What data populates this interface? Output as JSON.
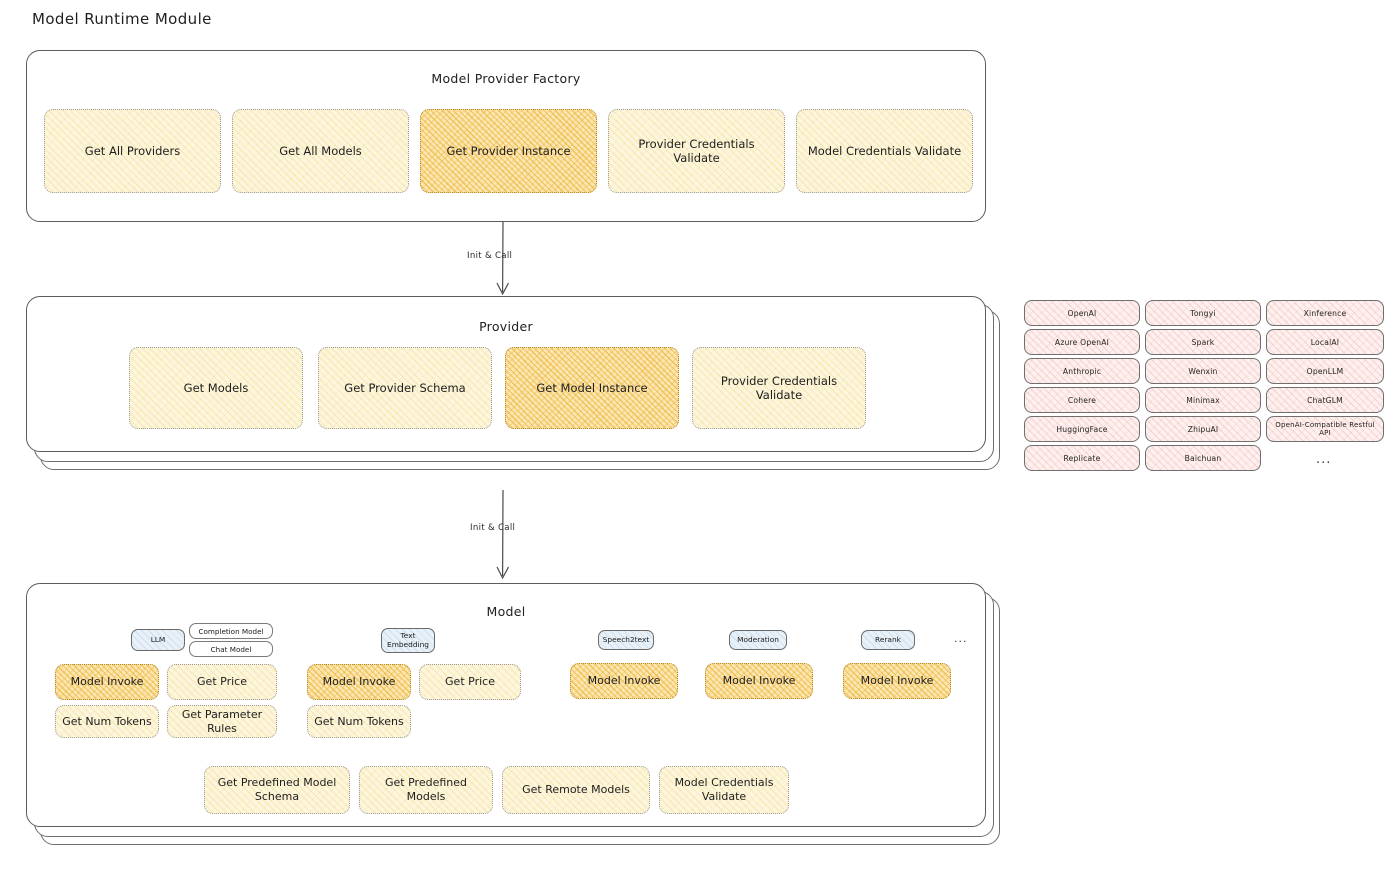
{
  "page": {
    "title": "Model Runtime Module"
  },
  "factory": {
    "title": "Model Provider Factory",
    "boxes": [
      {
        "label": "Get All Providers",
        "highlight": false
      },
      {
        "label": "Get All Models",
        "highlight": false
      },
      {
        "label": "Get Provider Instance",
        "highlight": true
      },
      {
        "label": "Provider Credentials Validate",
        "highlight": false
      },
      {
        "label": "Model Credentials Validate",
        "highlight": false
      }
    ]
  },
  "arrow1": {
    "label": "Init & Call"
  },
  "provider": {
    "title": "Provider",
    "boxes": [
      {
        "label": "Get Models",
        "highlight": false
      },
      {
        "label": "Get Provider Schema",
        "highlight": false
      },
      {
        "label": "Get Model Instance",
        "highlight": true
      },
      {
        "label": "Provider Credentials Validate",
        "highlight": false
      }
    ]
  },
  "provider_list": {
    "columns": [
      {
        "items": [
          "OpenAI",
          "Azure OpenAI",
          "Anthropic",
          "Cohere",
          "HuggingFace",
          "Replicate"
        ]
      },
      {
        "items": [
          "Tongyi",
          "Spark",
          "Wenxin",
          "Minimax",
          "ZhipuAI",
          "Baichuan"
        ]
      },
      {
        "items": [
          "Xinference",
          "LocalAI",
          "OpenLLM",
          "ChatGLM",
          "OpenAI-Compatible Restful API"
        ]
      }
    ],
    "more": "..."
  },
  "arrow2": {
    "label": "Init & Call"
  },
  "model": {
    "title": "Model",
    "more": "...",
    "types": [
      {
        "name": "LLM",
        "subtypes": [
          "Completion Model",
          "Chat Model"
        ],
        "methods": [
          {
            "label": "Model Invoke",
            "highlight": true
          },
          {
            "label": "Get Price",
            "highlight": false
          },
          {
            "label": "Get Num Tokens",
            "highlight": false
          },
          {
            "label": "Get Parameter Rules",
            "highlight": false
          }
        ]
      },
      {
        "name": "Text Embedding",
        "subtypes": [],
        "methods": [
          {
            "label": "Model Invoke",
            "highlight": true
          },
          {
            "label": "Get Price",
            "highlight": false
          },
          {
            "label": "Get Num Tokens",
            "highlight": false
          }
        ]
      },
      {
        "name": "Speech2text",
        "subtypes": [],
        "methods": [
          {
            "label": "Model Invoke",
            "highlight": true
          }
        ]
      },
      {
        "name": "Moderation",
        "subtypes": [],
        "methods": [
          {
            "label": "Model Invoke",
            "highlight": true
          }
        ]
      },
      {
        "name": "Rerank",
        "subtypes": [],
        "methods": [
          {
            "label": "Model Invoke",
            "highlight": true
          }
        ]
      }
    ],
    "common_methods": [
      {
        "label": "Get Predefined Model Schema"
      },
      {
        "label": "Get Predefined Models"
      },
      {
        "label": "Get Remote Models"
      },
      {
        "label": "Model Credentials Validate"
      }
    ]
  }
}
